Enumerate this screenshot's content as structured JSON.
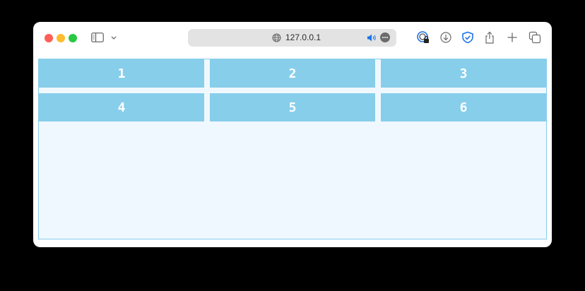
{
  "browser": {
    "url": "127.0.0.1",
    "traffic_lights": [
      "close",
      "minimize",
      "zoom"
    ],
    "toolbar_icons": [
      "password-lock-icon",
      "download-icon",
      "shield-check-icon",
      "share-icon",
      "new-tab-icon",
      "tab-overview-icon"
    ]
  },
  "page": {
    "grid": {
      "items": [
        {
          "label": "1"
        },
        {
          "label": "2"
        },
        {
          "label": "3"
        },
        {
          "label": "4"
        },
        {
          "label": "5"
        },
        {
          "label": "6"
        }
      ]
    },
    "colors": {
      "item_bg": "#87CEEB",
      "container_bg": "#F0F8FF",
      "container_border": "#87CEEB",
      "item_text": "#FFFFFF"
    }
  }
}
